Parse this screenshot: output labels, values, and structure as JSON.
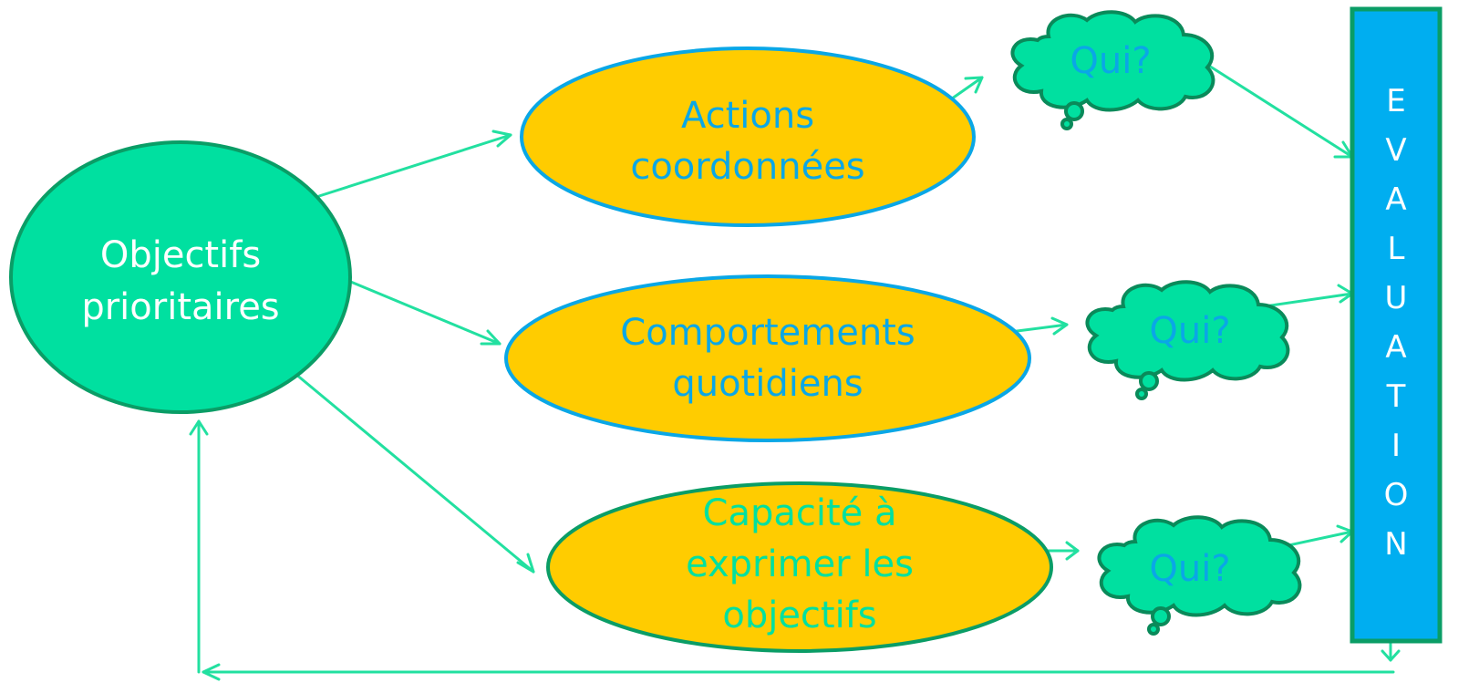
{
  "colors": {
    "connector": "#22e0a0",
    "objective_fill": "#00e0a0",
    "objective_stroke": "#0a9d66",
    "ellipse_fill": "#ffcc00",
    "ellipse_stroke_blue": "#0aa7e6",
    "ellipse_stroke_green": "#0a9d66",
    "text_blue": "#0aa7e6",
    "text_white": "#ffffff",
    "text_green": "#00e0a0",
    "cloud_fill": "#00e0a0",
    "cloud_stroke": "#0a8a5a",
    "eval_fill": "#00aef0",
    "eval_stroke": "#0a9d66"
  },
  "objective": {
    "line1": "Objectifs",
    "line2": "prioritaires"
  },
  "actions": [
    {
      "line1": "Actions",
      "line2": "coordonnées"
    },
    {
      "line1": "Comportements",
      "line2": "quotidiens"
    },
    {
      "line1": "Capacité à",
      "line2": "exprimer les",
      "line3": "objectifs"
    }
  ],
  "clouds": [
    {
      "label": "Qui?"
    },
    {
      "label": "Qui?"
    },
    {
      "label": "Qui?"
    }
  ],
  "evaluation": {
    "letters": [
      "E",
      "V",
      "A",
      "L",
      "U",
      "A",
      "T",
      "I",
      "O",
      "N"
    ]
  }
}
